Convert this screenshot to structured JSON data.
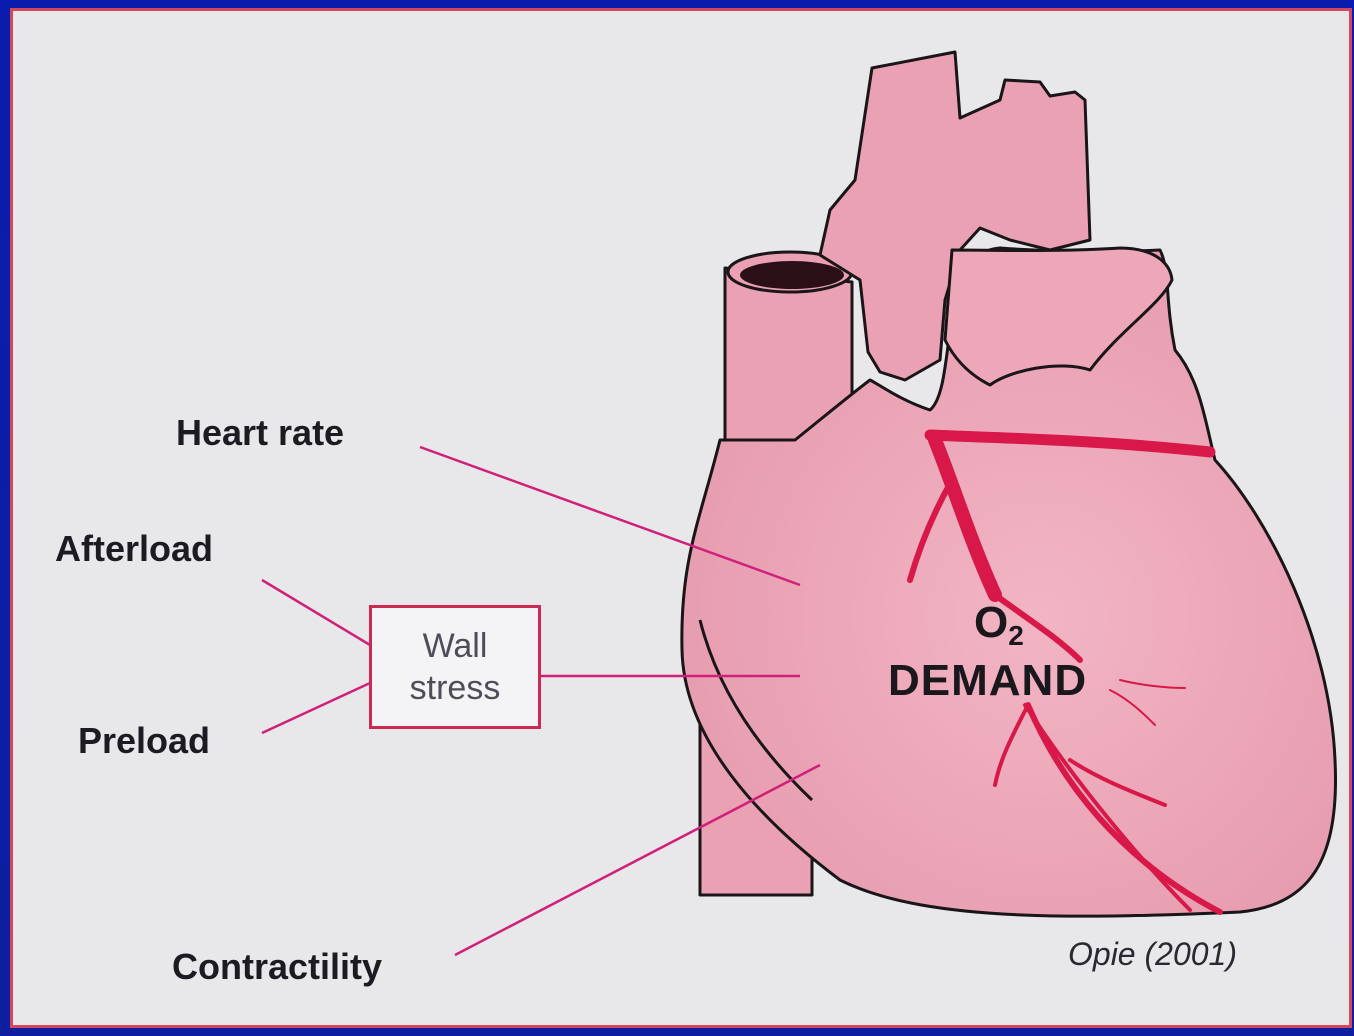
{
  "labels": {
    "heart_rate": "Heart rate",
    "afterload": "Afterload",
    "preload": "Preload",
    "contractility": "Contractility",
    "wall_stress_line1": "Wall",
    "wall_stress_line2": "stress",
    "o2_letter": "O",
    "o2_sub": "2",
    "demand": "DEMAND",
    "credit": "Opie (2001)"
  },
  "colors": {
    "slide_background": "#0b1aa8",
    "frame_background": "#e8e7ea",
    "frame_border": "#d2465e",
    "heart_fill": "#eba3b6",
    "coronary_vessels": "#d81848",
    "leader_lines": "#d0207a"
  }
}
